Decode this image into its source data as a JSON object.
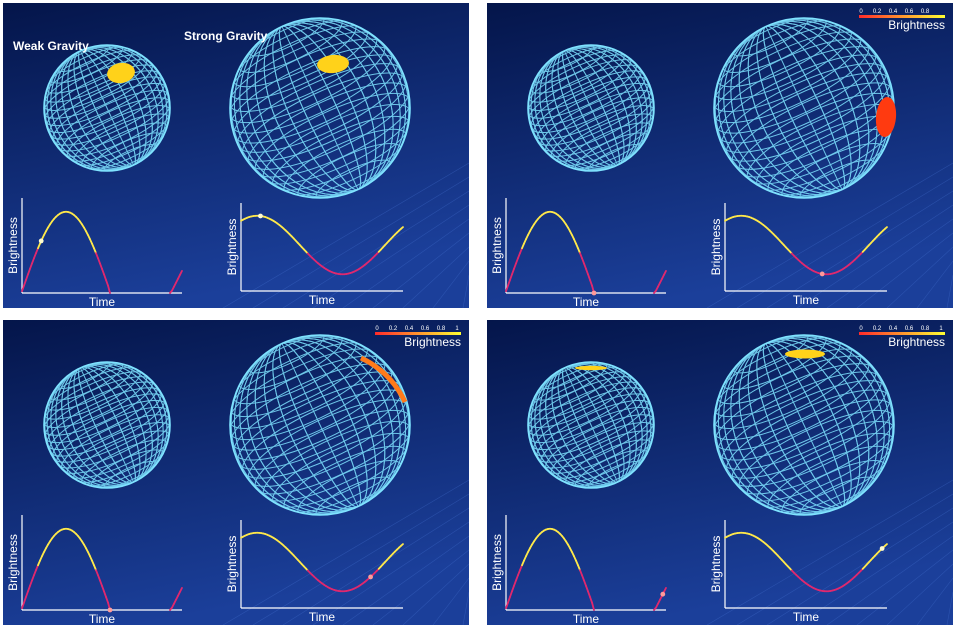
{
  "labels": {
    "weak_gravity": "Weak Gravity",
    "strong_gravity": "Strong Gravity",
    "brightness": "Brightness",
    "time": "Time"
  },
  "colorbar": {
    "ticks": [
      "0",
      "0.2",
      "0.4",
      "0.6",
      "0.8",
      "1"
    ],
    "colors": {
      "low": "#ff2a2a",
      "high": "#ffff33"
    }
  },
  "colors": {
    "background_top": "#04154a",
    "background_bottom": "#1b3f9a",
    "sphere_wire": "#7fe3ff",
    "curve_bright": "#ffe94a",
    "curve_dim": "#e0286e",
    "spot_bright": "#ffd21a",
    "spot_dim": "#ff3a10"
  },
  "panels": [
    {
      "id": "top-left",
      "show_titles": true,
      "show_colorbar": false,
      "colorbar_ticks_visible": 5,
      "weak_spot": "bright",
      "strong_spot": "bright-top",
      "weak_marker_phase": 0.12,
      "strong_marker_phase": 0.12
    },
    {
      "id": "top-right",
      "show_titles": false,
      "show_colorbar": true,
      "colorbar_ticks_visible": 5,
      "weak_spot": "none",
      "strong_spot": "dim-side",
      "weak_marker_phase": 0.55,
      "strong_marker_phase": 0.6
    },
    {
      "id": "bottom-left",
      "show_titles": false,
      "show_colorbar": true,
      "colorbar_ticks_visible": 6,
      "weak_spot": "none",
      "strong_spot": "edge-orange",
      "weak_marker_phase": 0.55,
      "strong_marker_phase": 0.8
    },
    {
      "id": "bottom-right",
      "show_titles": false,
      "show_colorbar": true,
      "colorbar_ticks_visible": 6,
      "weak_spot": "edge-yellow",
      "strong_spot": "top-yellow",
      "weak_marker_phase": 0.98,
      "strong_marker_phase": 0.97
    }
  ]
}
